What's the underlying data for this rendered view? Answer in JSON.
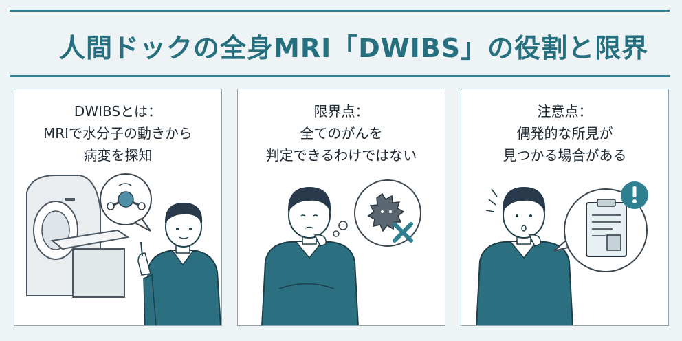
{
  "title": "人間ドックの全身MRI「DWIBS」の役割と限界",
  "panels": [
    {
      "lines": [
        "DWIBSとは：",
        "MRIで水分子の動きから",
        "病変を探知"
      ]
    },
    {
      "lines": [
        "限界点：",
        "全てのがんを",
        "判定できるわけではない"
      ]
    },
    {
      "lines": [
        "注意点：",
        "偶発的な所見が",
        "見つかる場合がある"
      ]
    }
  ],
  "colors": {
    "accent": "#2f8090",
    "sweater": "#2b6f80",
    "hair": "#27394b",
    "warning": "#2f8090"
  }
}
